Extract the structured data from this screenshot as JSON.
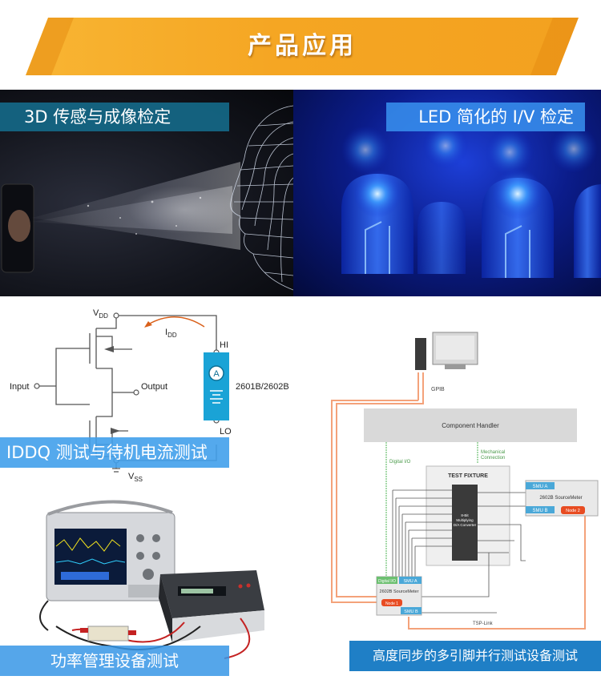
{
  "header": {
    "title": "产品应用"
  },
  "panels": {
    "face": {
      "label": "3D 传感与成像检定"
    },
    "led": {
      "label": "LED 简化的 I/V 检定"
    },
    "iddq": {
      "label": "IDDQ 测试与待机电流测试",
      "circuit": {
        "vdd": "V",
        "vdd_sub": "DD",
        "idd": "I",
        "idd_sub": "DD",
        "vss": "V",
        "vss_sub": "SS",
        "input": "Input",
        "output": "Output",
        "hi": "HI",
        "lo": "LO",
        "meter": "A",
        "instrument": "2601B/2602B"
      }
    },
    "power": {
      "label": "功率管理设备测试"
    },
    "sync": {
      "label": "高度同步的多引脚并行测试设备测试",
      "diagram": {
        "gpib": "GPIB",
        "component_handler": "Component Handler",
        "digital_io": "Digital I/O",
        "mechanical": "Mechanical",
        "connection": "Connection",
        "test_fixture": "TEST FIXTURE",
        "chip_line1": "8-Bit",
        "chip_line2": "Multiplying",
        "chip_line3": "D/A Converter",
        "smu_a": "SMU A",
        "smu_b": "SMU B",
        "sourcemeter_top": "2602B SourceMeter",
        "sourcemeter_bottom": "2602B SourceMeter",
        "node1": "Node 1",
        "node2": "Node 2",
        "digital_io_bottom": "Digital I/O",
        "tsp_link": "TSP-Link"
      }
    }
  }
}
